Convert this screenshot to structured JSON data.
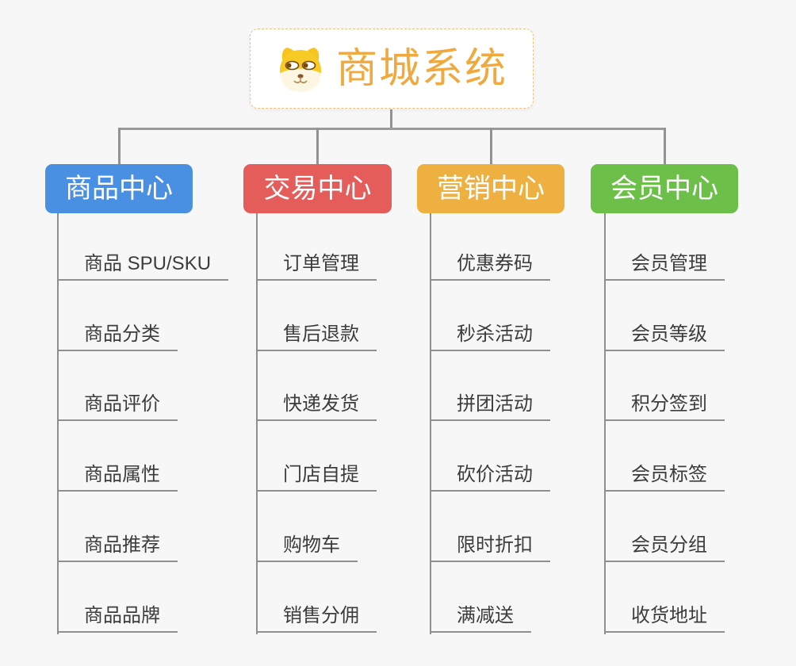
{
  "root": {
    "title": "商城系统",
    "icon": "dog-mascot"
  },
  "branches": [
    {
      "label": "商品中心",
      "color": "#4a90e2",
      "items": [
        "商品 SPU/SKU",
        "商品分类",
        "商品评价",
        "商品属性",
        "商品推荐",
        "商品品牌"
      ]
    },
    {
      "label": "交易中心",
      "color": "#e55d5b",
      "items": [
        "订单管理",
        "售后退款",
        "快递发货",
        "门店自提",
        "购物车",
        "销售分佣"
      ]
    },
    {
      "label": "营销中心",
      "color": "#efb042",
      "items": [
        "优惠券码",
        "秒杀活动",
        "拼团活动",
        "砍价活动",
        "限时折扣",
        "满减送"
      ]
    },
    {
      "label": "会员中心",
      "color": "#6cc04a",
      "items": [
        "会员管理",
        "会员等级",
        "积分签到",
        "会员标签",
        "会员分组",
        "收货地址"
      ]
    }
  ],
  "colors": {
    "root_accent": "#f0a93c",
    "root_border": "#eec27c",
    "connector": "#929292",
    "underline": "#8f8f8f",
    "background": "#f7f7f7"
  }
}
